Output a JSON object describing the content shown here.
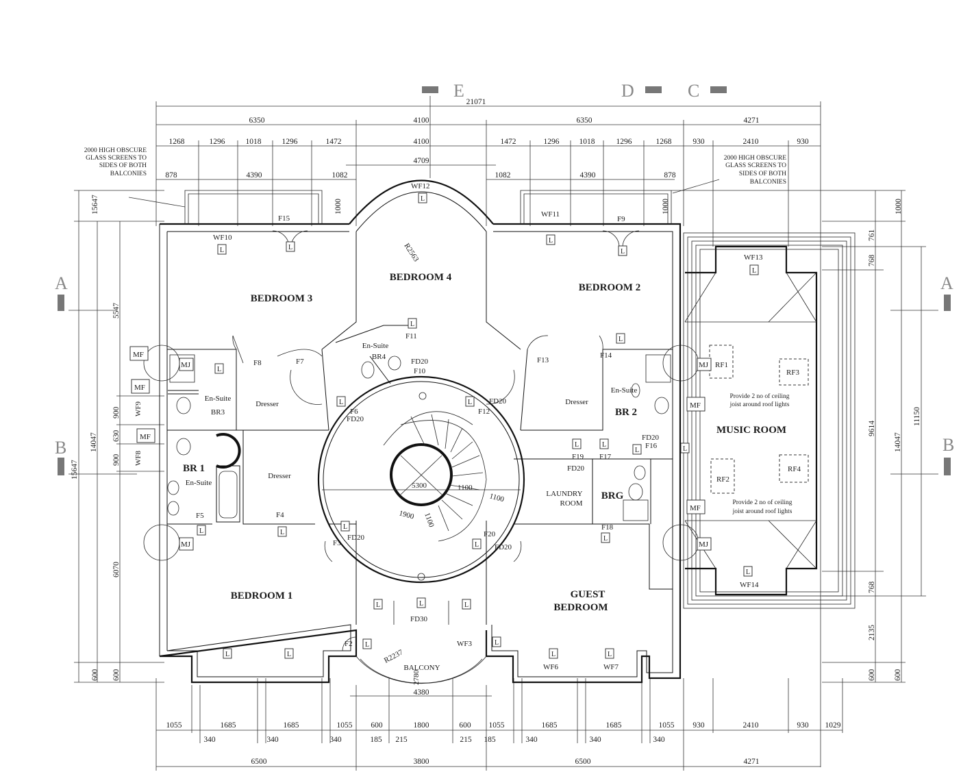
{
  "section_marks": {
    "A": "A",
    "B": "B",
    "C": "C",
    "D": "D",
    "E": "E"
  },
  "rooms": {
    "bedroom1": "BEDROOM 1",
    "bedroom2": "BEDROOM 2",
    "bedroom3": "BEDROOM 3",
    "bedroom4": "BEDROOM 4",
    "guest1": "GUEST",
    "guest2": "BEDROOM",
    "music": "MUSIC ROOM",
    "laundry1": "LAUNDRY",
    "laundry2": "ROOM",
    "balcony": "BALCONY",
    "br1": "BR 1",
    "br2": "BR 2",
    "brg": "BRG",
    "br3": "BR3",
    "br4": "BR4",
    "ensuite": "En-Suite",
    "dresser": "Dresser"
  },
  "notes": {
    "left": [
      "2000 HIGH OBSCURE",
      "GLASS SCREENS TO",
      "SIDES OF BOTH",
      "BALCONIES"
    ],
    "right": [
      "2000 HIGH OBSCURE",
      "GLASS SCREENS TO",
      "SIDES OF BOTH",
      "BALCONIES"
    ],
    "roof1": [
      "Provide 2 no of ceiling",
      "joist around roof lights"
    ],
    "roof2": [
      "Provide 2 no of ceiling",
      "joist around roof lights"
    ]
  },
  "tags": {
    "F2": "F2",
    "F3": "F3",
    "F4": "F4",
    "F5": "F5",
    "F6": "F6",
    "F7": "F7",
    "F8": "F8",
    "F9": "F9",
    "F10": "F10",
    "F11": "F11",
    "F12": "F12",
    "F13": "F13",
    "F14": "F14",
    "F15": "F15",
    "F16": "F16",
    "F17": "F17",
    "F18": "F18",
    "F19": "F19",
    "F20": "F20",
    "WF3": "WF3",
    "WF6": "WF6",
    "WF7": "WF7",
    "WF8": "WF8",
    "WF9": "WF9",
    "WF10": "WF10",
    "WF11": "WF11",
    "WF12": "WF12",
    "WF13": "WF13",
    "WF14": "WF14",
    "FD20": "FD20",
    "FD30": "FD30",
    "RF1": "RF1",
    "RF2": "RF2",
    "RF3": "RF3",
    "RF4": "RF4",
    "MF": "MF",
    "MJ": "MJ",
    "L": "L",
    "R2563": "R2563",
    "R2237": "R2237",
    "S300": "5300",
    "s1100": "1100",
    "s1900": "1900",
    "s2780": "2780"
  },
  "dims_top": {
    "overall": "21071",
    "row1": [
      "6350",
      "4100",
      "6350",
      "4271"
    ],
    "row2": [
      "1268",
      "1296",
      "1018",
      "1296",
      "1472",
      "4100",
      "1472",
      "1296",
      "1018",
      "1296",
      "1268",
      "930",
      "2410",
      "930"
    ],
    "row3": [
      "878",
      "4390",
      "1082",
      "4709",
      "1082",
      "4390",
      "878"
    ],
    "r1000a": "1000",
    "r1000b": "1000",
    "r1000c": "1000"
  },
  "dims_left": {
    "d15647": "15647",
    "d14047": "14047",
    "d5547": "5547",
    "d900a": "900",
    "d630": "630",
    "d900b": "900",
    "d6070": "6070",
    "d600a": "600",
    "d600b": "600"
  },
  "dims_right": {
    "d1000": "1000",
    "d761": "761",
    "d768a": "768",
    "d9614": "9614",
    "d14047": "14047",
    "d11150": "11150",
    "d768b": "768",
    "d2135": "2135",
    "d600a": "600",
    "d600b": "600"
  },
  "dims_bottom": {
    "row1": [
      "1055",
      "1685",
      "1685",
      "1055",
      "600",
      "1800",
      "600",
      "1055",
      "1685",
      "1685",
      "1055",
      "930",
      "2410",
      "930",
      "1029"
    ],
    "row2": [
      "340",
      "340",
      "340",
      "185",
      "215",
      "215",
      "185",
      "340",
      "340",
      "340"
    ],
    "row3": [
      "6500",
      "3800",
      "6500",
      "4271"
    ],
    "d4380": "4380"
  }
}
